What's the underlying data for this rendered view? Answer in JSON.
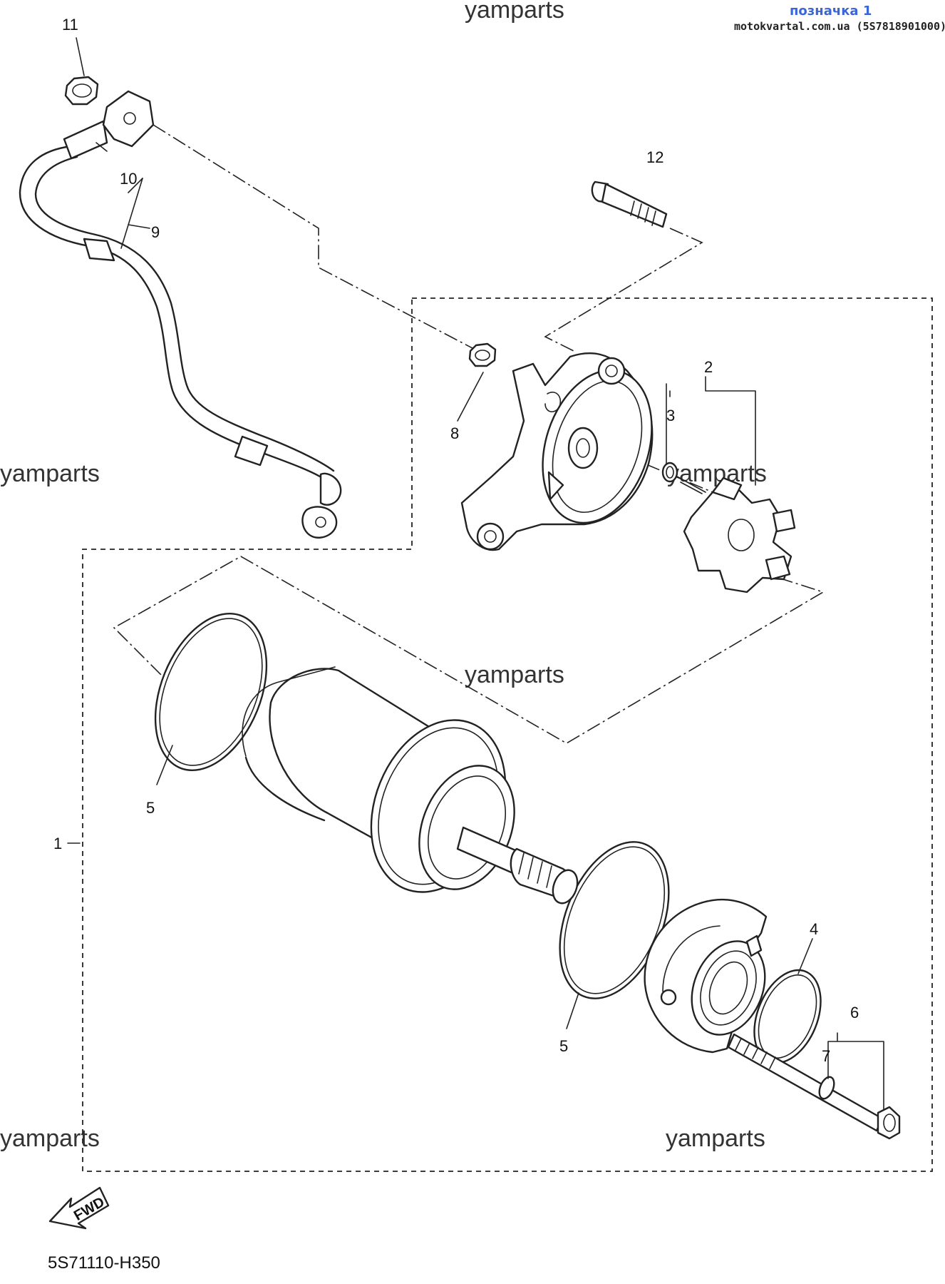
{
  "header": {
    "label": "позначка 1",
    "source": "motokvartal.com.ua (5S7818901000)"
  },
  "watermarks": [
    "yamparts",
    "yamparts",
    "yamparts",
    "yamparts",
    "yamparts",
    "yamparts"
  ],
  "callouts": {
    "c1": "1",
    "c2": "2",
    "c3": "3",
    "c4": "4",
    "c5a": "5",
    "c5b": "5",
    "c6": "6",
    "c7": "7",
    "c8": "8",
    "c9": "9",
    "c10": "10",
    "c11": "11",
    "c12": "12"
  },
  "fwd_label": "FWD",
  "diagram_code": "5S71110-H350"
}
